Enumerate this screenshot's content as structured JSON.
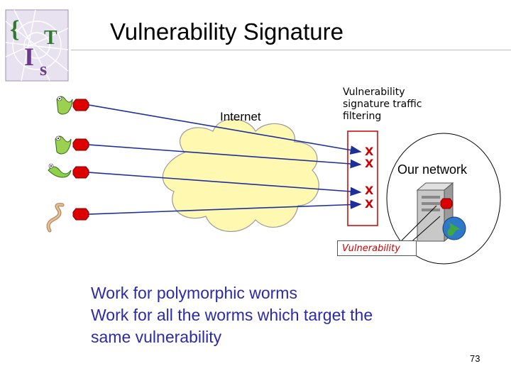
{
  "slide": {
    "title": "Vulnerability Signature",
    "page_number": "73"
  },
  "diagram": {
    "internet_label": "Internet",
    "filter_label_lines": [
      "Vulnerability",
      "signature traffic",
      "filtering"
    ],
    "network_label": "Our network",
    "vulnerability_label": "Vulnerability",
    "block_marks": [
      "X",
      "X",
      "X",
      "X"
    ]
  },
  "bullets": [
    "Work for polymorphic worms",
    "Work for all the worms which target the",
    "same vulnerability"
  ],
  "colors": {
    "title_rule": "#bdbdbd",
    "arrow": "#1f2f9a",
    "filter_border": "#cc0000",
    "packet": "#dd0000",
    "cloud": "#fff8b0",
    "bullet_text": "#2a2aaa"
  },
  "icons": [
    "logo-web-icon",
    "worm-icon",
    "server-icon",
    "globe-icon",
    "packet-icon"
  ]
}
